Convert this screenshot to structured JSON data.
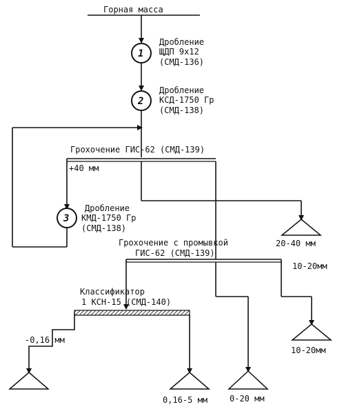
{
  "source": {
    "label": "Горная масса"
  },
  "crusher1": {
    "number": "1",
    "title": "Дробление",
    "model": "ЩДП 9х12",
    "code": "(СМД-136)"
  },
  "crusher2": {
    "number": "2",
    "title": "Дробление",
    "model": "КСД-1750 Гр",
    "code": "(СМД-138)"
  },
  "screen1": {
    "label": "Грохочение  ГИС-62  (СМД-139)",
    "oversize": "+40 мм"
  },
  "crusher3": {
    "number": "3",
    "title": "Дробление",
    "model": "КМД-1750 Гр",
    "code": "(СМД-138)"
  },
  "product_20_40": {
    "label": "20-40 мм"
  },
  "screen2": {
    "line1": "Грохочение с промывкой",
    "line2": "ГИС-62  (СМД-139)",
    "fraction": "10-20мм"
  },
  "classifier": {
    "line1": "Классификатор",
    "line2": "1 КСН-15  (СМД-140)"
  },
  "fine_fraction": {
    "label": "-0,16 мм"
  },
  "product_10_20": {
    "label": "10-20мм"
  },
  "product_016_5": {
    "label": "0,16-5 мм"
  },
  "product_0_20": {
    "label": "0-20 мм"
  }
}
